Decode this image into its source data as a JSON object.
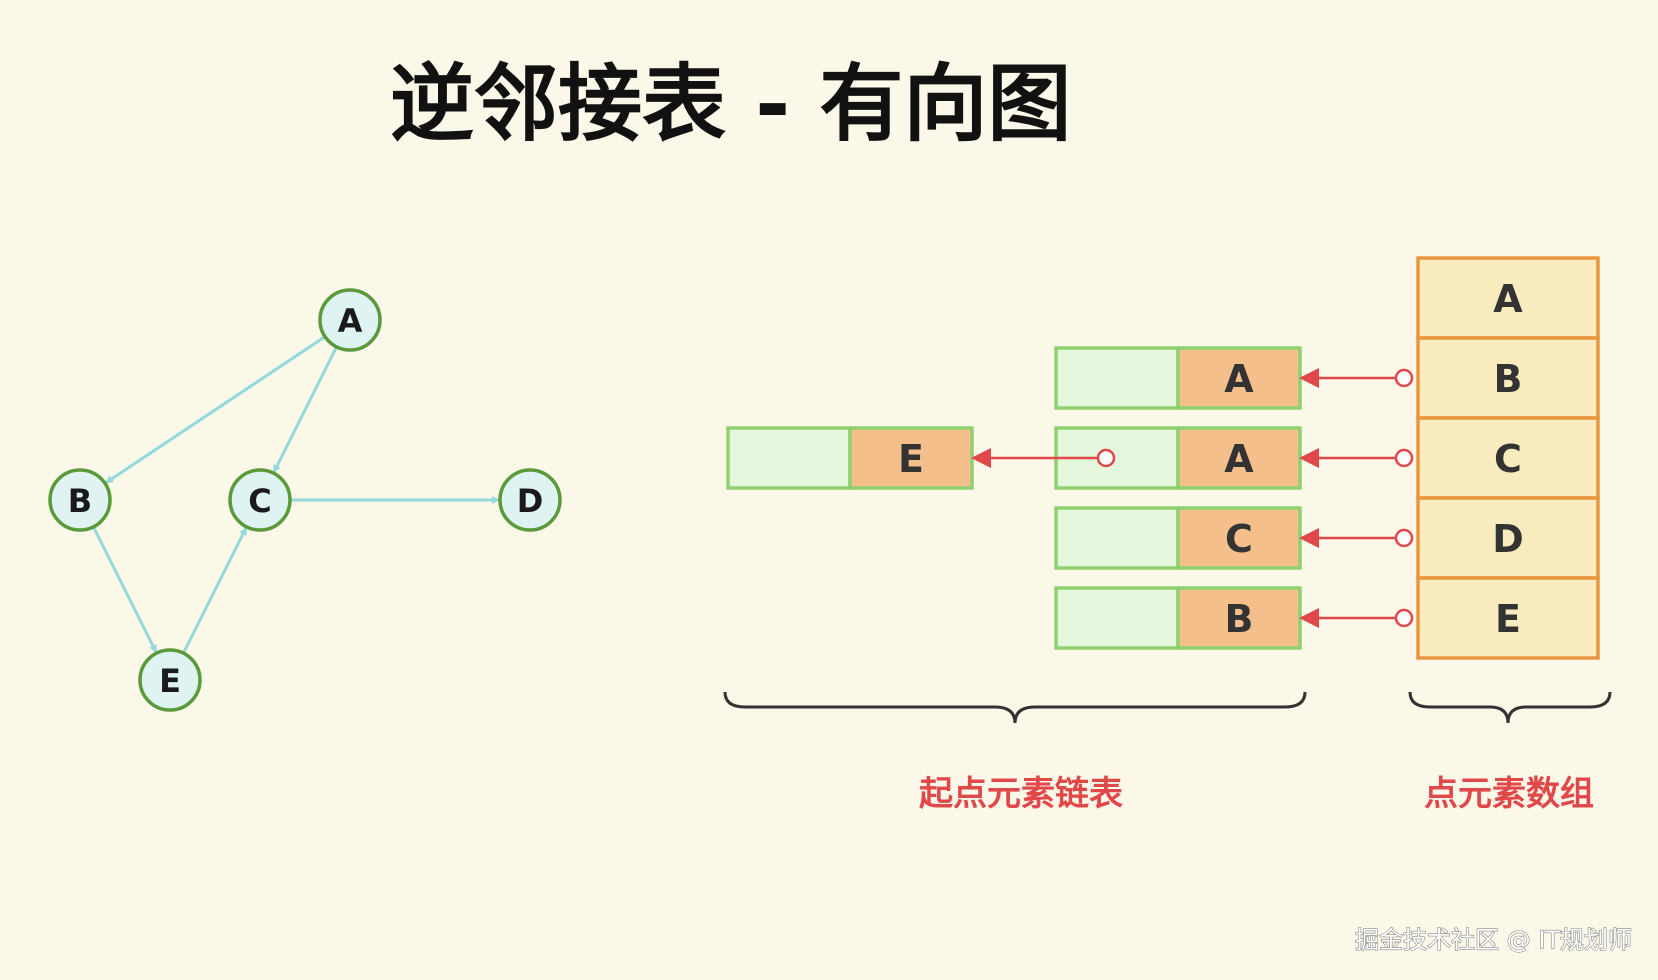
{
  "title": "逆邻接表 - 有向图",
  "graph": {
    "nodes": [
      {
        "id": "A",
        "label": "A"
      },
      {
        "id": "B",
        "label": "B"
      },
      {
        "id": "C",
        "label": "C"
      },
      {
        "id": "D",
        "label": "D"
      },
      {
        "id": "E",
        "label": "E"
      }
    ],
    "edges": [
      {
        "from": "A",
        "to": "B"
      },
      {
        "from": "A",
        "to": "C"
      },
      {
        "from": "C",
        "to": "D"
      },
      {
        "from": "B",
        "to": "E"
      },
      {
        "from": "E",
        "to": "C"
      }
    ]
  },
  "vertex_array": [
    "A",
    "B",
    "C",
    "D",
    "E"
  ],
  "inverse_lists": [
    {
      "vertex": "A",
      "sources": []
    },
    {
      "vertex": "B",
      "sources": [
        "A"
      ]
    },
    {
      "vertex": "C",
      "sources": [
        "A",
        "E"
      ]
    },
    {
      "vertex": "D",
      "sources": [
        "C"
      ]
    },
    {
      "vertex": "E",
      "sources": [
        "B"
      ]
    }
  ],
  "captions": {
    "list_caption": "起点元素链表",
    "array_caption": "点元素数组"
  },
  "watermark": "掘金技术社区 @ IT规划师",
  "colors": {
    "background": "#fbf8e9",
    "node_fill": "#dff3f3",
    "node_stroke": "#5b9a3a",
    "edge": "#93d9dc",
    "list_cell_fill": "#e4f6dc",
    "list_cell_stroke": "#8fd16f",
    "list_data_fill": "#f5bf8b",
    "array_fill": "#f8ecbf",
    "array_stroke": "#e8953f",
    "pointer": "#e0484a",
    "caption": "#e0484a"
  }
}
